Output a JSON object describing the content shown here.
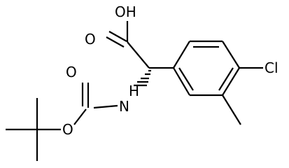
{
  "atoms": {
    "hydroxyl": "OH",
    "carbonyl_oxygen_acid": "O",
    "amine": "N",
    "amine_hydrogen": "H",
    "carbonyl_oxygen_boc": "O",
    "ether_oxygen_boc": "O",
    "chlorine": "Cl"
  },
  "colors": {
    "bond": "#000000",
    "text": "#000000",
    "background": "#ffffff"
  }
}
